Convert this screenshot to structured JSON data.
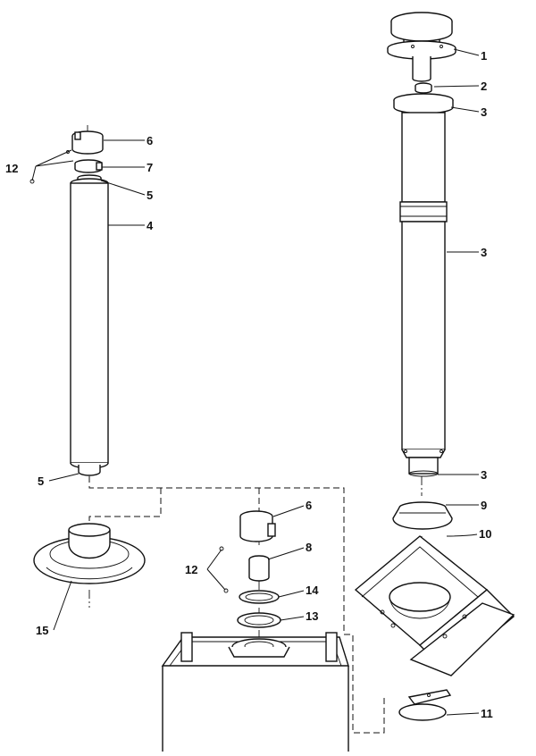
{
  "diagram": {
    "callouts": {
      "c1": "1",
      "c2": "2",
      "c3a": "3",
      "c3b": "3",
      "c3c": "3",
      "c4": "4",
      "c5a": "5",
      "c5b": "5",
      "c6a": "6",
      "c6b": "6",
      "c7": "7",
      "c8": "8",
      "c9": "9",
      "c10": "10",
      "c11": "11",
      "c12a": "12",
      "c12b": "12",
      "c13": "13",
      "c14": "14",
      "c15": "15"
    }
  }
}
